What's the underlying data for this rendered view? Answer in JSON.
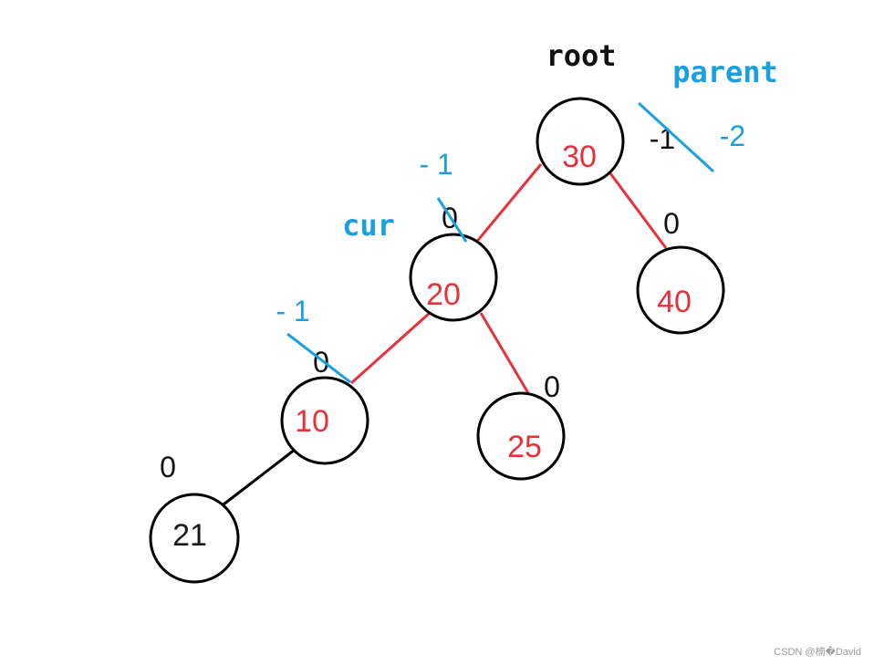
{
  "colors": {
    "edge_red": "#e8303a",
    "edge_black": "#000000",
    "node_text_red": "#e8303a",
    "node_text_black": "#1a1a1a",
    "annotation_blue": "#1aa0e0",
    "label_black": "#111111"
  },
  "pointers": {
    "root": "root",
    "parent": "parent",
    "cur": "cur"
  },
  "nodes": [
    {
      "id": "n30",
      "label": "30",
      "old_bf": "-1",
      "new_bf": "-2"
    },
    {
      "id": "n20",
      "label": "20",
      "old_bf": "0",
      "new_bf": "- 1"
    },
    {
      "id": "n40",
      "label": "40",
      "old_bf": "0"
    },
    {
      "id": "n10",
      "label": "10",
      "old_bf": "0",
      "new_bf": "- 1"
    },
    {
      "id": "n25",
      "label": "25",
      "old_bf": "0"
    },
    {
      "id": "n21",
      "label": "21",
      "old_bf": "0"
    }
  ],
  "edges": [
    {
      "from": "n30",
      "to": "n20",
      "color": "red"
    },
    {
      "from": "n30",
      "to": "n40",
      "color": "red"
    },
    {
      "from": "n20",
      "to": "n10",
      "color": "red"
    },
    {
      "from": "n20",
      "to": "n25",
      "color": "red"
    },
    {
      "from": "n10",
      "to": "n21",
      "color": "black"
    }
  ],
  "watermark": "CSDN @楠�David"
}
